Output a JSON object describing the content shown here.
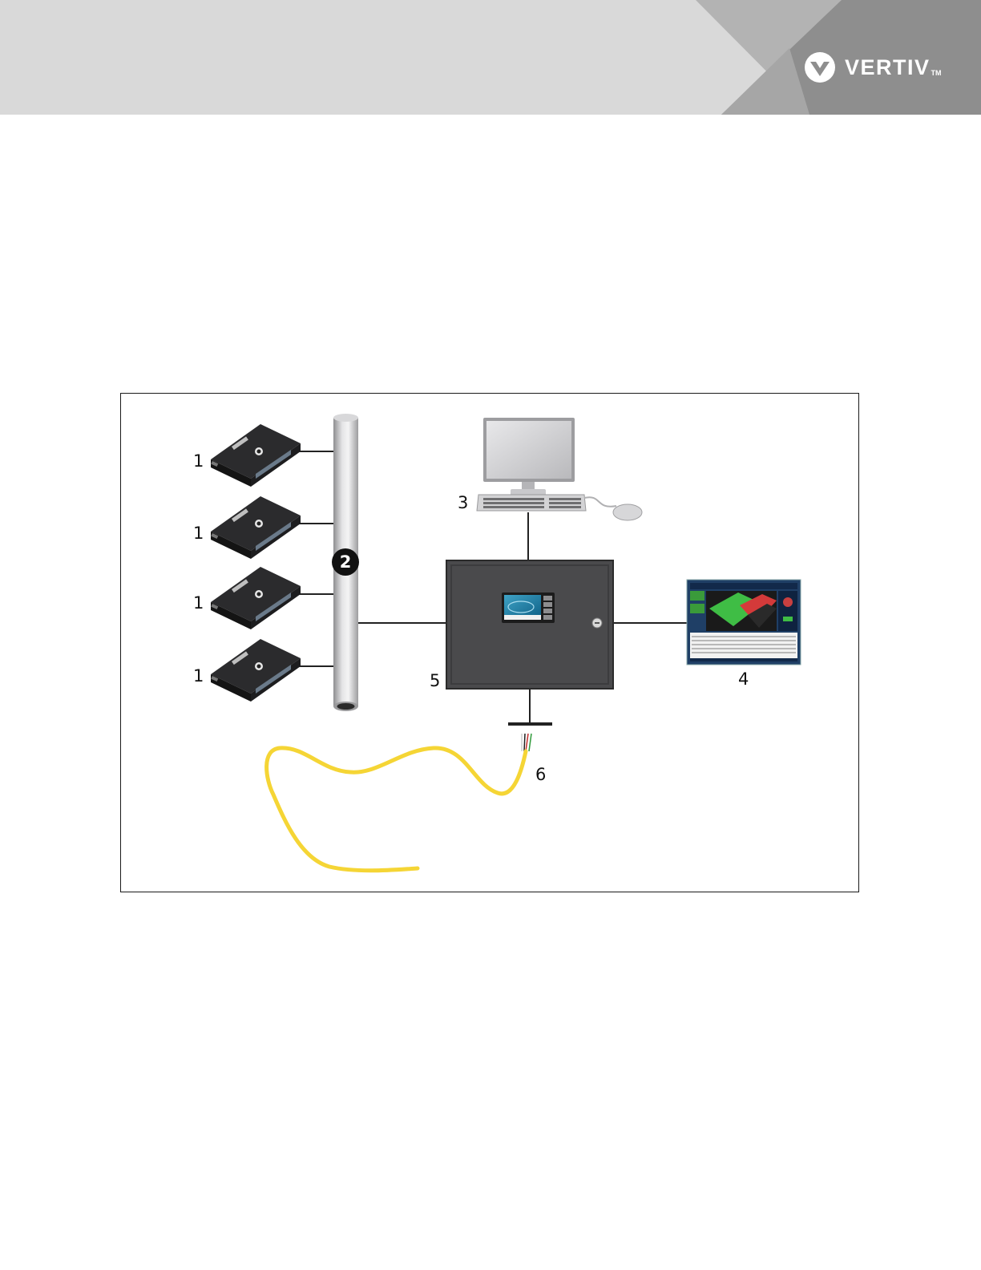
{
  "header": {
    "brand": "VERTIV",
    "trademark": "TM",
    "logo_icon": "vertiv-chevron-logo-icon",
    "band_color": "#d9d9d9",
    "accent_color": "#9a9a9a"
  },
  "diagram": {
    "callouts": {
      "sensor_1": "1",
      "sensor_2": "1",
      "sensor_3": "1",
      "sensor_4": "1",
      "network": "2",
      "workstation": "3",
      "management_screen": "4",
      "controller": "5",
      "sensing_cable": "6"
    },
    "icons": {
      "sensor_module": "sensor-module-icon",
      "network_pipe": "network-backbone-icon",
      "workstation": "desktop-computer-icon",
      "controller": "controller-panel-icon",
      "management_screen": "monitoring-software-screen-icon",
      "sensing_cable": "leak-detection-cable-icon"
    },
    "colors": {
      "cable": "#f5d535",
      "controller_body": "#4a4a4c",
      "pipe": "#c9c9cb"
    }
  }
}
